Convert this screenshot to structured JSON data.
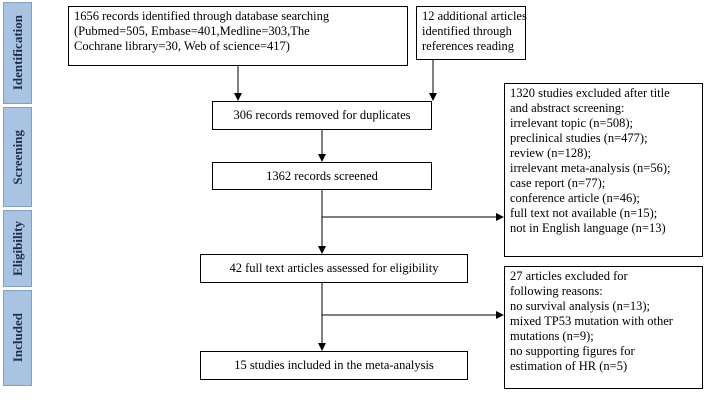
{
  "phases": {
    "identification": "Identification",
    "screening": "Screening",
    "eligibility": "Eligibility",
    "included": "Included"
  },
  "boxes": {
    "database_records": {
      "lines": [
        "1656 records identified through database searching",
        "(Pubmed=505, Embase=401,Medline=303,The",
        "Cochrane library=30, Web of science=417)"
      ]
    },
    "additional_articles": {
      "lines": [
        "12 additional articles",
        "identified through",
        "references reading"
      ]
    },
    "duplicates_removed": {
      "text": "306 records removed for duplicates"
    },
    "records_screened": {
      "text": "1362 records screened"
    },
    "fulltext_assessed": {
      "text": "42 full text articles assessed for eligibility"
    },
    "studies_included": {
      "text": "15 studies included in the meta-analysis"
    },
    "excluded_screening": {
      "lines": [
        "1320 studies excluded after title",
        "and abstract screening:",
        "irrelevant topic (n=508);",
        "preclinical studies (n=477);",
        "review (n=128);",
        "irrelevant meta-analysis (n=56);",
        "case report (n=77);",
        "conference article (n=46);",
        "full text not available (n=15);",
        "not in English language (n=13)"
      ]
    },
    "excluded_fulltext": {
      "lines": [
        "27 articles excluded for",
        "following reasons:",
        "no survival analysis (n=13);",
        "mixed TP53 mutation with other",
        "mutations (n=9);",
        "no supporting figures for",
        "estimation of HR (n=5)"
      ]
    }
  }
}
